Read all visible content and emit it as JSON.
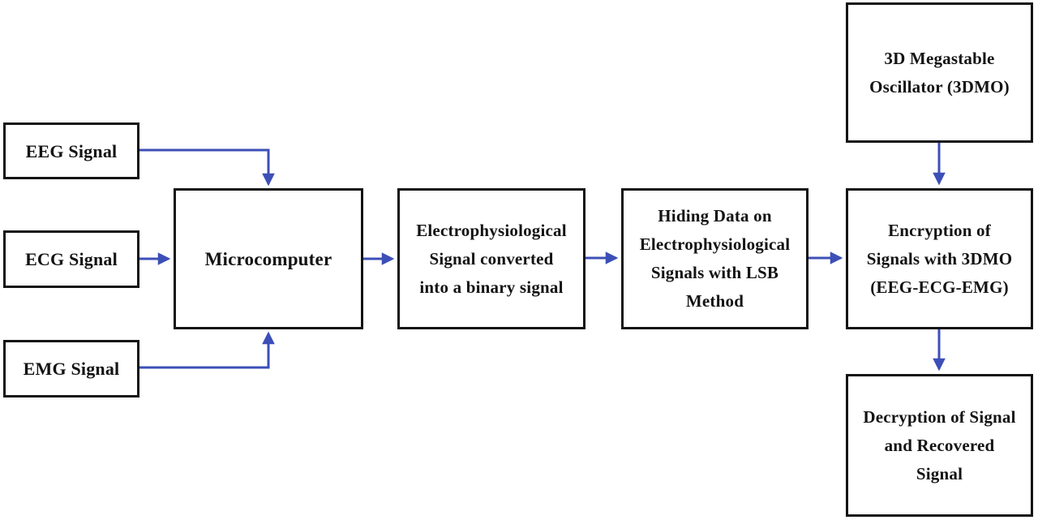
{
  "diagram": {
    "title": "Electrophysiological signal encryption flow diagram",
    "background": "#ffffff",
    "border_color": "#141414",
    "text_color": "#131313",
    "arrow_color": "#3c4fb7",
    "nodes": {
      "eeg": {
        "label": "EEG Signal"
      },
      "ecg": {
        "label": "ECG Signal"
      },
      "emg": {
        "label": "EMG Signal"
      },
      "microcomputer": {
        "label": "Microcomputer"
      },
      "binary_conversion": {
        "lines": [
          "Electrophysiological",
          "Signal converted",
          "into a binary signal"
        ]
      },
      "lsb_hiding": {
        "lines": [
          "Hiding Data on",
          "Electrophysiological",
          "Signals with LSB",
          "Method"
        ]
      },
      "oscillator": {
        "lines": [
          "3D Megastable",
          "Oscillator (3DMO)"
        ]
      },
      "encryption": {
        "lines": [
          "Encryption of",
          "Signals with 3DMO",
          "(EEG-ECG-EMG)"
        ]
      },
      "decryption": {
        "lines": [
          "Decryption of Signal",
          "and Recovered",
          "Signal"
        ]
      }
    },
    "edges": [
      {
        "from": "eeg",
        "to": "microcomputer"
      },
      {
        "from": "ecg",
        "to": "microcomputer"
      },
      {
        "from": "emg",
        "to": "microcomputer"
      },
      {
        "from": "microcomputer",
        "to": "binary_conversion"
      },
      {
        "from": "binary_conversion",
        "to": "lsb_hiding"
      },
      {
        "from": "lsb_hiding",
        "to": "encryption"
      },
      {
        "from": "oscillator",
        "to": "encryption"
      },
      {
        "from": "encryption",
        "to": "decryption"
      }
    ]
  }
}
